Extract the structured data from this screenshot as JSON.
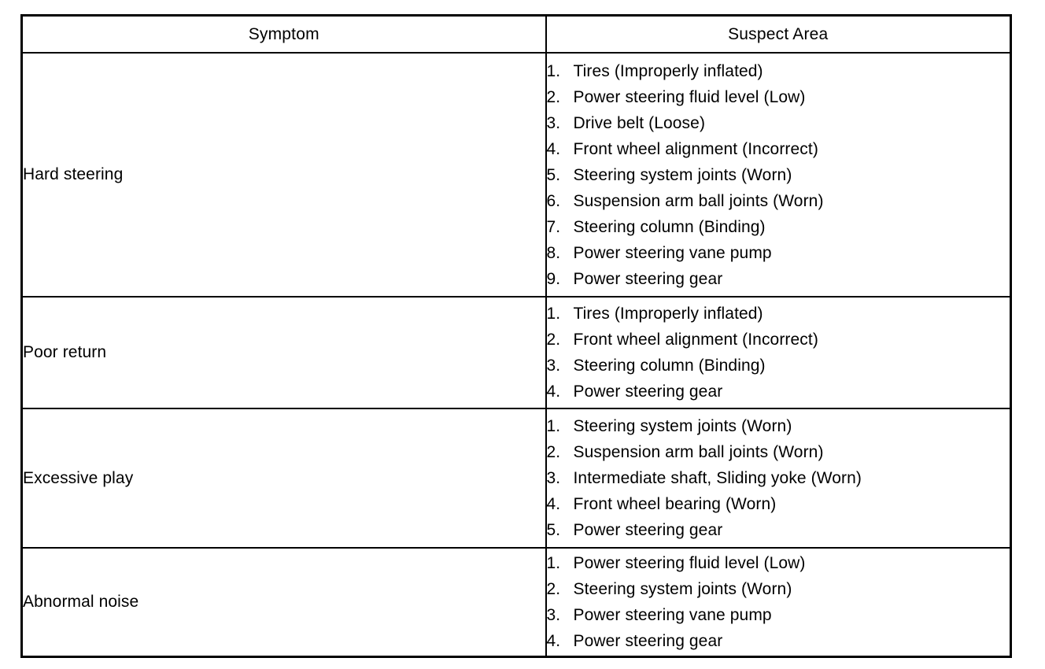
{
  "document": {
    "kind": "troubleshooting-table",
    "table": {
      "columns": [
        {
          "id": "symptom",
          "header": "Symptom"
        },
        {
          "id": "suspect_area",
          "header": "Suspect Area"
        }
      ],
      "rows": [
        {
          "symptom": "Hard steering",
          "suspect_area": [
            {
              "num": "1.",
              "text": "Tires (Improperly inflated)"
            },
            {
              "num": "2.",
              "text": "Power steering fluid level (Low)"
            },
            {
              "num": "3.",
              "text": "Drive belt (Loose)"
            },
            {
              "num": "4.",
              "text": "Front wheel alignment (Incorrect)"
            },
            {
              "num": "5.",
              "text": "Steering system joints (Worn)"
            },
            {
              "num": "6.",
              "text": "Suspension arm ball joints (Worn)"
            },
            {
              "num": "7.",
              "text": "Steering column (Binding)"
            },
            {
              "num": "8.",
              "text": "Power steering vane pump"
            },
            {
              "num": "9.",
              "text": "Power steering gear"
            }
          ]
        },
        {
          "symptom": "Poor return",
          "suspect_area": [
            {
              "num": "1.",
              "text": "Tires (Improperly inflated)"
            },
            {
              "num": "2.",
              "text": "Front wheel alignment (Incorrect)"
            },
            {
              "num": "3.",
              "text": "Steering column (Binding)"
            },
            {
              "num": "4.",
              "text": "Power steering gear"
            }
          ]
        },
        {
          "symptom": "Excessive play",
          "suspect_area": [
            {
              "num": "1.",
              "text": "Steering system joints (Worn)"
            },
            {
              "num": "2.",
              "text": "Suspension arm ball joints (Worn)"
            },
            {
              "num": "3.",
              "text": "Intermediate shaft, Sliding yoke (Worn)"
            },
            {
              "num": "4.",
              "text": "Front wheel bearing (Worn)"
            },
            {
              "num": "5.",
              "text": "Power steering gear"
            }
          ]
        },
        {
          "symptom": "Abnormal noise",
          "suspect_area": [
            {
              "num": "1.",
              "text": "Power steering fluid level (Low)"
            },
            {
              "num": "2.",
              "text": "Steering system joints (Worn)"
            },
            {
              "num": "3.",
              "text": "Power steering vane pump"
            },
            {
              "num": "4.",
              "text": "Power steering gear"
            }
          ]
        }
      ]
    },
    "colors": {
      "text": "#000000",
      "border": "#000000",
      "background": "#ffffff"
    }
  }
}
